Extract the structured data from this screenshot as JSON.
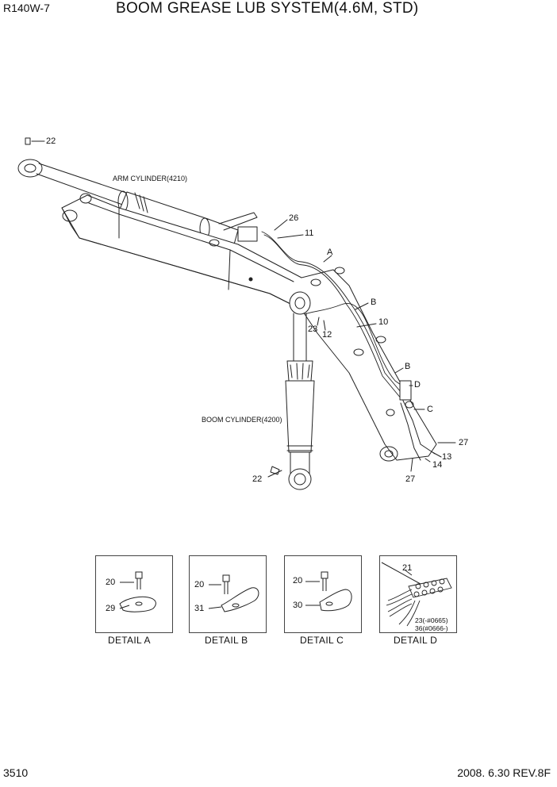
{
  "header": {
    "model": "R140W-7",
    "title": "BOOM GREASE LUB SYSTEM(4.6M, STD)"
  },
  "footer": {
    "page_number": "3510",
    "date_revision": "2008. 6.30  REV.8F"
  },
  "main_diagram": {
    "arm_cylinder_label": "ARM CYLINDER(4210)",
    "boom_cylinder_label": "BOOM CYLINDER(4200)",
    "callouts": [
      "22",
      "26",
      "11",
      "23",
      "12",
      "10",
      "22",
      "13",
      "14",
      "27",
      "27"
    ],
    "detail_letters": [
      "A",
      "B",
      "B",
      "D",
      "C"
    ]
  },
  "details": [
    {
      "label": "DETAIL A",
      "parts": [
        "20",
        "29"
      ]
    },
    {
      "label": "DETAIL B",
      "parts": [
        "20",
        "31"
      ]
    },
    {
      "label": "DETAIL C",
      "parts": [
        "20",
        "30"
      ]
    },
    {
      "label": "DETAIL  D",
      "parts": [
        "21",
        "23(-#0665)",
        "36(#0666-)"
      ]
    }
  ]
}
